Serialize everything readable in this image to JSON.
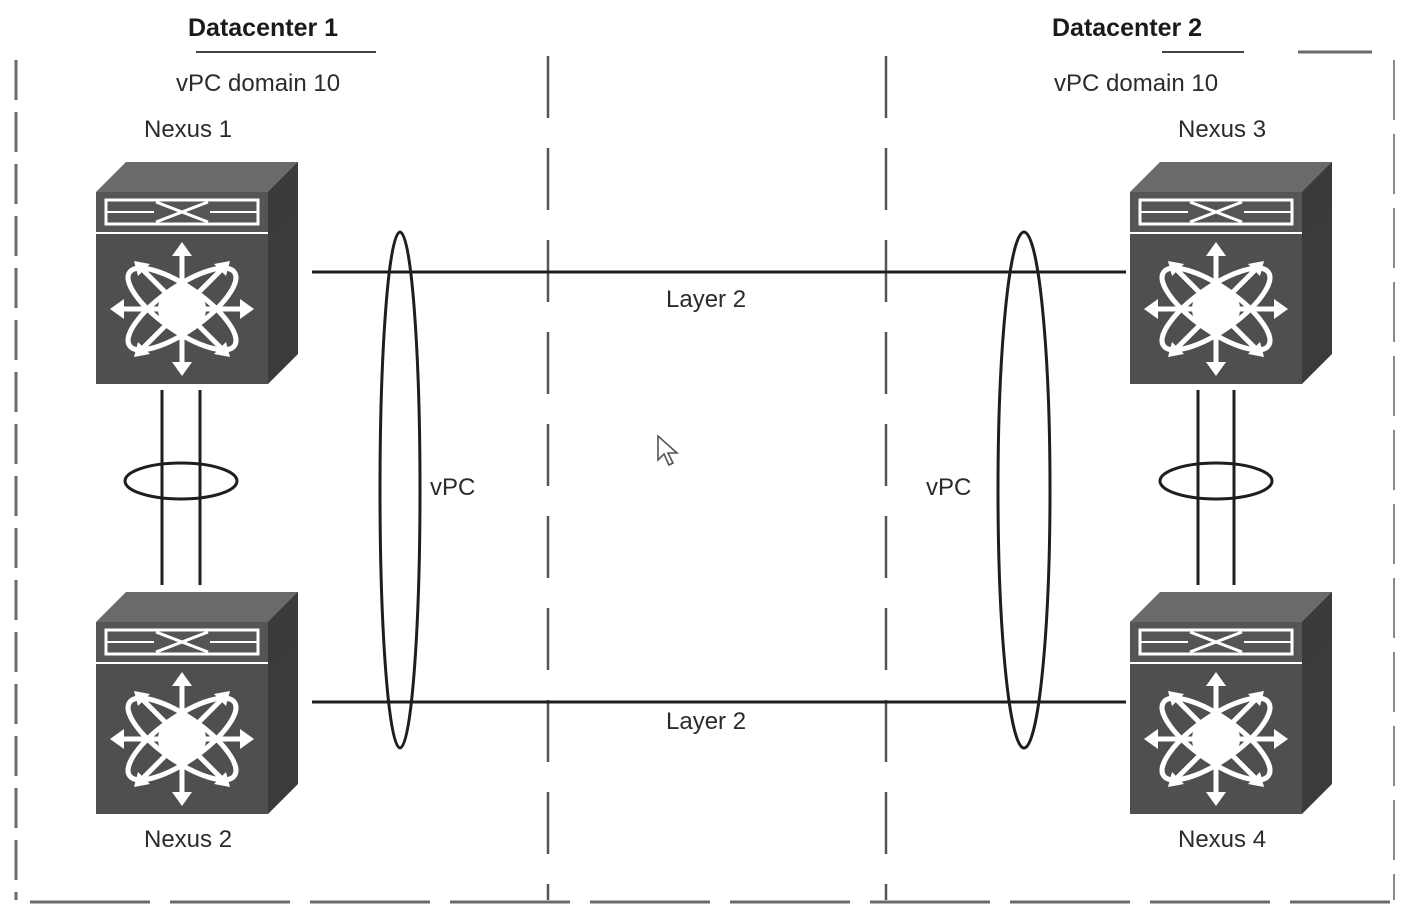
{
  "datacenters": [
    {
      "title": "Datacenter 1",
      "vpc_domain": "vPC domain 10"
    },
    {
      "title": "Datacenter 2",
      "vpc_domain": "vPC domain 10"
    }
  ],
  "nodes": [
    {
      "id": "nexus-1",
      "label": "Nexus 1"
    },
    {
      "id": "nexus-2",
      "label": "Nexus 2"
    },
    {
      "id": "nexus-3",
      "label": "Nexus 3"
    },
    {
      "id": "nexus-4",
      "label": "Nexus 4"
    }
  ],
  "links": [
    {
      "label": "Layer 2"
    },
    {
      "label": "Layer 2"
    }
  ],
  "vpc_bundles": [
    {
      "label": "vPC"
    },
    {
      "label": "vPC"
    }
  ],
  "colors": {
    "switch_body": "#4f4f4f",
    "switch_top": "#6a6a6a",
    "switch_side": "#3a3a3a",
    "line": "#1e1e1e",
    "dash": "#555555"
  },
  "icons": {
    "switch": "nexus-switch-icon",
    "pointer": "mouse-pointer-icon"
  }
}
